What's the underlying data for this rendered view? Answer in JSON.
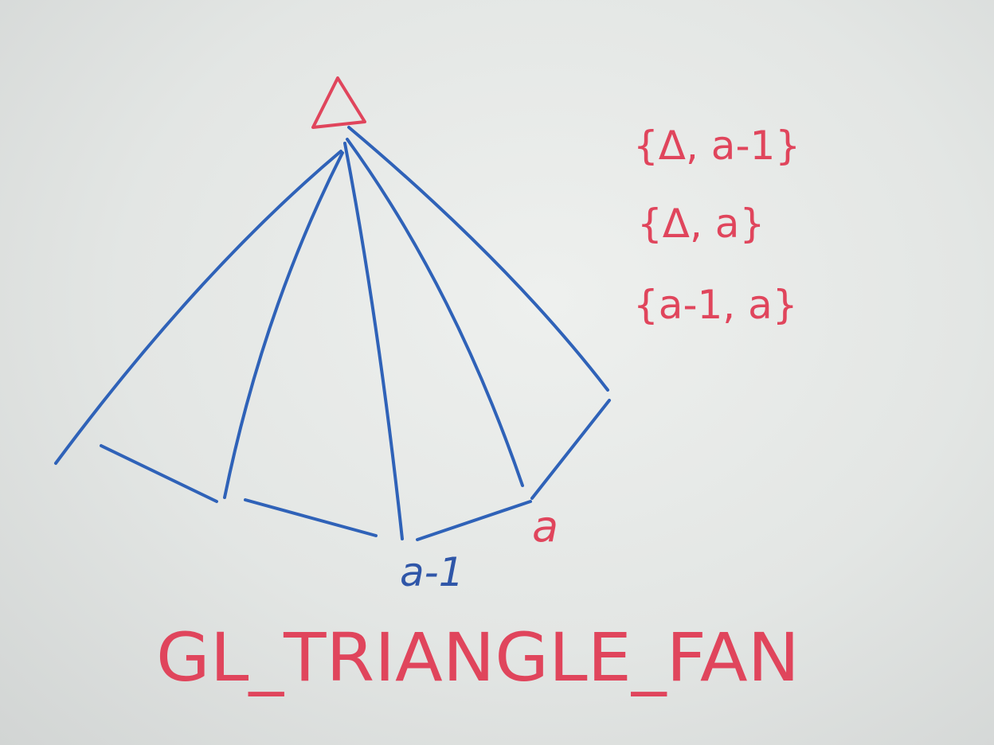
{
  "diagram": {
    "apex_label": "Δ",
    "vertex_labels": {
      "previous": "a-1",
      "current": "a"
    },
    "triangle_sets": [
      "{Δ, a-1}",
      "{Δ, a}",
      "{a-1, a}"
    ],
    "caption": "GL_TRIANGLE_FAN"
  },
  "colors": {
    "board": "#e6e8e6",
    "red_marker": "#e0455c",
    "blue_marker": "#2f62b8"
  }
}
